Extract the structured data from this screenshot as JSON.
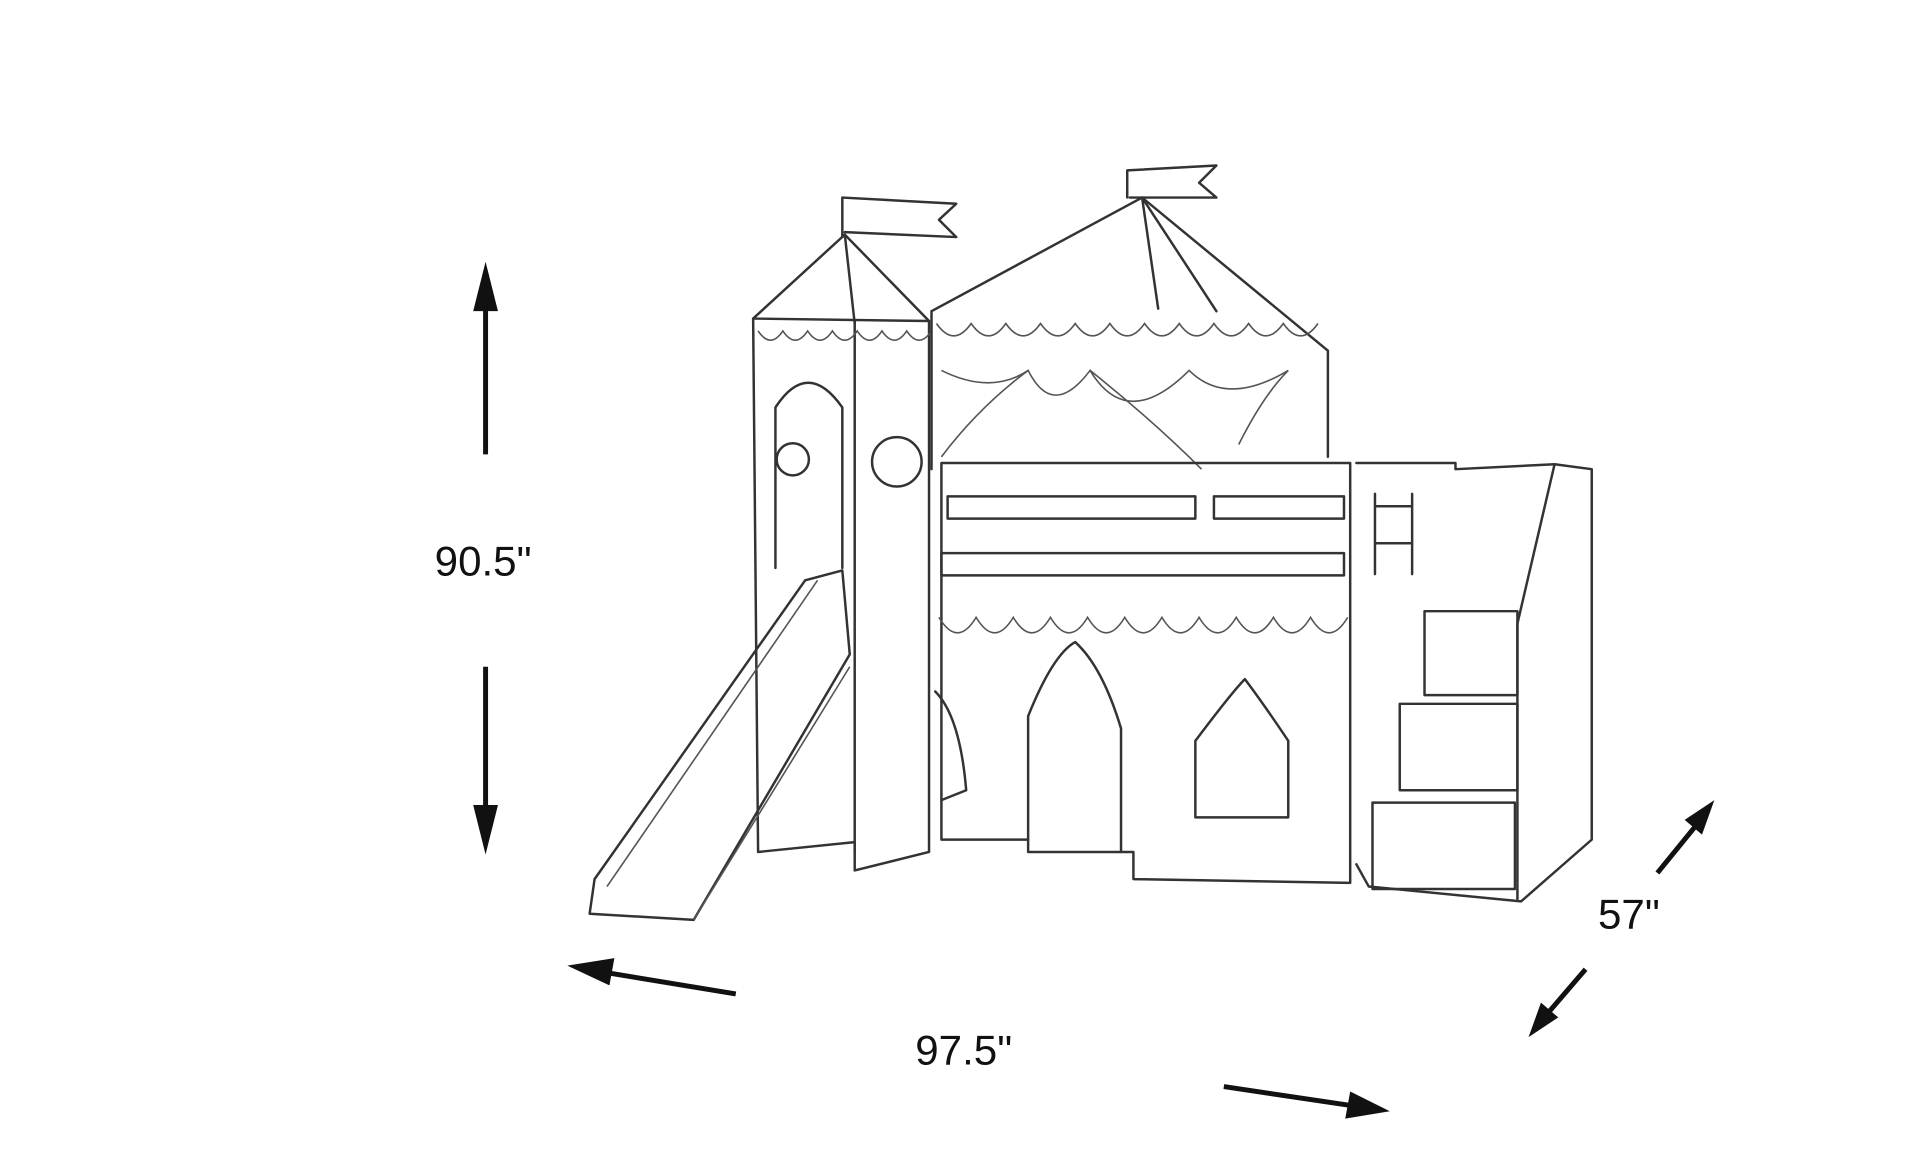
{
  "dimensions": {
    "height": "90.5\"",
    "width": "97.5\"",
    "depth": "57\""
  }
}
